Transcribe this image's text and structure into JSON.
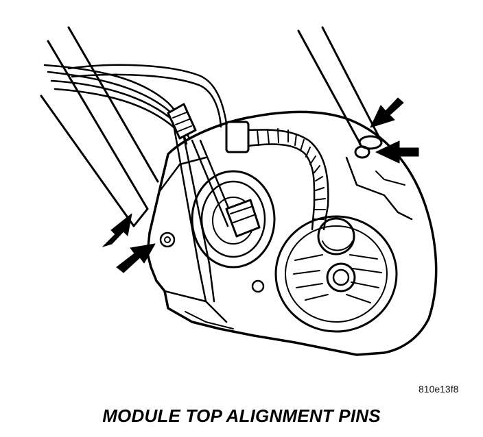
{
  "figure": {
    "code": "810e13f8",
    "caption": "MODULE TOP ALIGNMENT PINS"
  },
  "colors": {
    "line": "#000000",
    "fill": "#ffffff",
    "arrow": "#000000"
  },
  "callouts": {
    "count": 4,
    "icon": "black-arrow-icon"
  }
}
